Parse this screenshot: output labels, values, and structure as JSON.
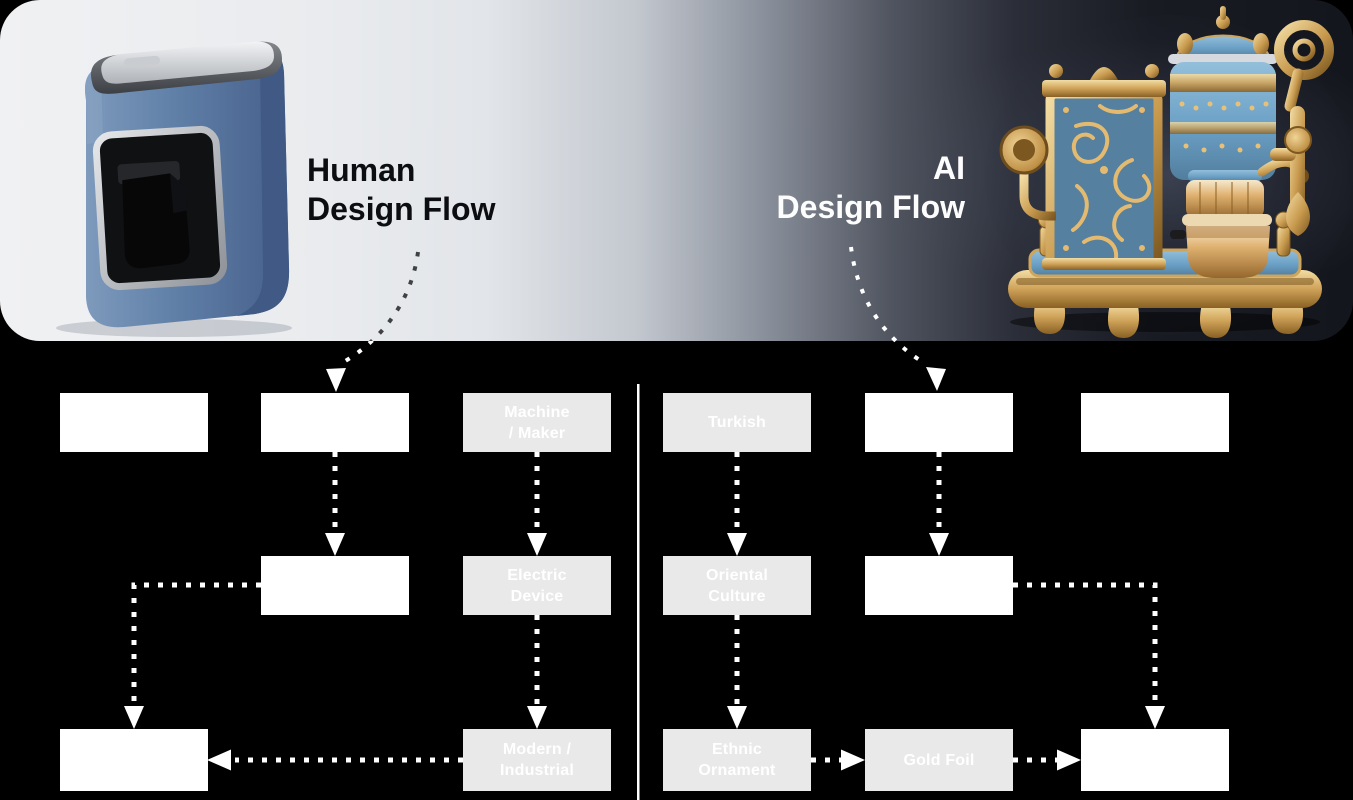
{
  "page": {
    "background": "#000000",
    "kind": "human-vs-ai-design-flow-figure"
  },
  "banner": {
    "human_title": "Human\nDesign Flow",
    "ai_title": "AI\nDesign Flow",
    "left_figure": "modern blue minimalist coffee machine photo",
    "right_figure": "AI-generated ornate brass and blue baroque coffee machine"
  },
  "flow": {
    "human": {
      "r1c1": "",
      "r1c2": "",
      "r1c3": "Machine\n/ Maker",
      "r2c2": "",
      "r2c3": "Electric\nDevice",
      "r3c1": "",
      "r3c3": "Modern /\nIndustrial"
    },
    "ai": {
      "r1c4": "Turkish",
      "r1c5": "",
      "r1c6": "",
      "r2c4": "Oriental\nCulture",
      "r2c5": "",
      "r3c4": "Ethnic\nOrnament",
      "r3c5": "Gold Foil",
      "r3c6": ""
    }
  },
  "colors": {
    "filled_box_bg": "#e9e9e9",
    "filled_box_text": "#ffffff",
    "blank_box_bg": "#ffffff",
    "human_title_text": "#0c0d10",
    "ai_title_text": "#ffffff",
    "connector": "#ffffff",
    "connector_on_light_bg": "#3f4144",
    "divider": "#ffffff",
    "machine_blue": "#5f7fa7",
    "ornate_brass": "#cfa258",
    "ornate_panel_blue": "#6ba0c5"
  }
}
